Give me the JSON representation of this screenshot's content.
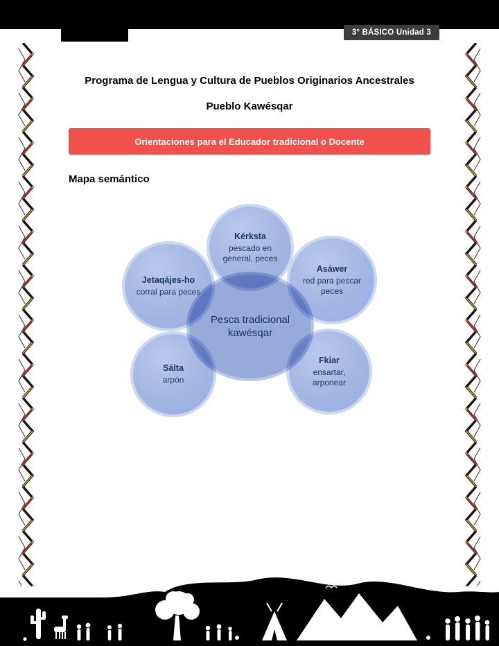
{
  "top_bar": {
    "badge": "3° BÁSICO Unidad 3"
  },
  "header": {
    "title": "Programa de Lengua y Cultura de Pueblos Originarios Ancestrales",
    "subtitle": "Pueblo Kawésqar",
    "banner": "Orientaciones para el Educador tradicional o Docente",
    "section_heading": "Mapa semántico"
  },
  "diagram": {
    "center": {
      "label": "Pesca tradicional kawésqar"
    },
    "nodes": [
      {
        "term": "Kérksta",
        "definition": "pescado en general, peces"
      },
      {
        "term": "Jetaqájes-ho",
        "definition": "corral para peces"
      },
      {
        "term": "Asáwer",
        "definition": "red para pescar peces"
      },
      {
        "term": "Sálta",
        "definition": "arpón"
      },
      {
        "term": "Fkiar",
        "definition": "ensartar, arponear"
      }
    ]
  },
  "colors": {
    "banner_red": "#f1504d",
    "node_fill": "#a3b7e2",
    "node_border": "#ccd7f0",
    "center_fill": "#97abd9",
    "text_navy": "#17365c",
    "top_bar_black": "#000000",
    "badge_gray": "#3d3d3d"
  }
}
